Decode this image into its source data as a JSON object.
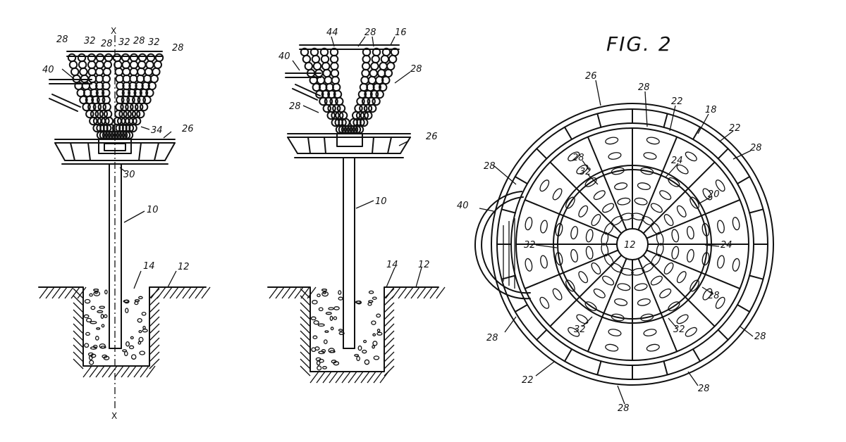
{
  "figure_title": "FIG. 2",
  "left_view": {
    "axis_top": "X",
    "axis_bottom": "X",
    "labels": {
      "l28a": "28",
      "l32a": "32",
      "l28b": "28",
      "l32b": "32",
      "l28c": "28",
      "l32c": "32",
      "l28d": "28",
      "l40": "40",
      "l34": "34",
      "l26": "26",
      "l30": "30",
      "l10": "10",
      "l14": "14",
      "l12": "12"
    }
  },
  "middle_view": {
    "labels": {
      "l44": "44",
      "l28a": "28",
      "l16": "16",
      "l40": "40",
      "l28b": "28",
      "l28c": "28",
      "l26": "26",
      "l10": "10",
      "l14": "14",
      "l12": "12"
    }
  },
  "top_view": {
    "labels": {
      "l26": "26",
      "l28a": "28",
      "l22a": "22",
      "l18": "18",
      "l22b": "22",
      "l28b": "28",
      "l28c": "28",
      "l28d": "28",
      "l32a": "32",
      "l24a": "24",
      "l20": "20",
      "l40": "40",
      "l12": "12",
      "l24b": "24",
      "l32b": "32",
      "l28e": "28",
      "l28f": "28",
      "l32c": "32",
      "l32d": "32",
      "l28g": "28",
      "l22c": "22",
      "l28h": "28",
      "l28i": "28"
    }
  }
}
